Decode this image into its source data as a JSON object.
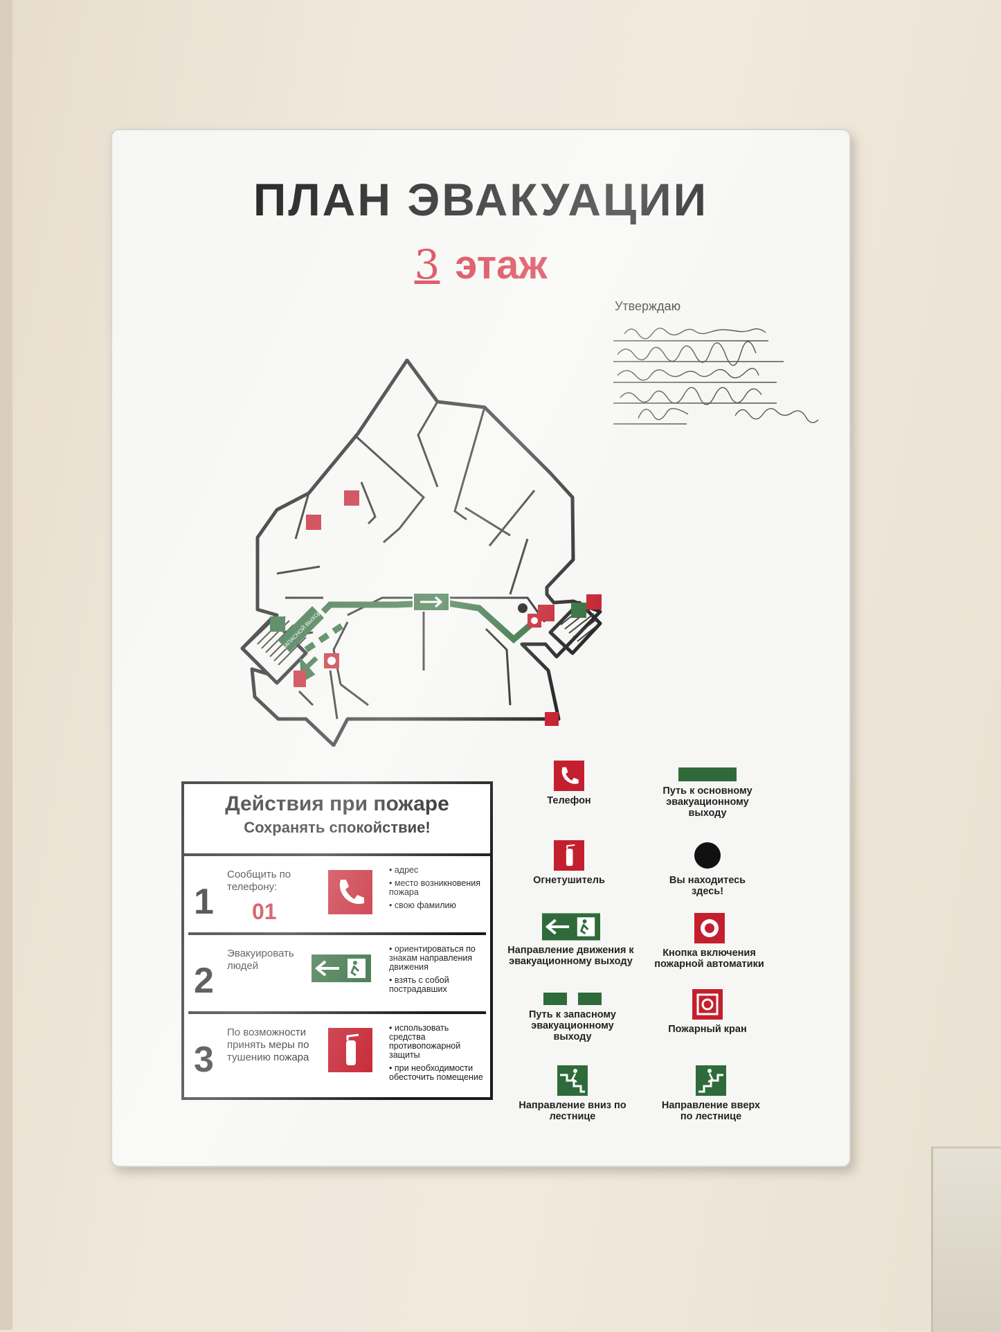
{
  "header": {
    "title": "ПЛАН ЭВАКУАЦИИ",
    "floor_number": "3",
    "floor_label": "этаж",
    "approve_label": "Утверждаю"
  },
  "plan": {
    "reserve_exit_label": "ЗАПАСНОЙ ВЫХОД"
  },
  "actions": {
    "title": "Действия при пожаре",
    "subtitle": "Сохранять спокойствие!",
    "steps": [
      {
        "num": "1",
        "text": "Сообщить по телефону:",
        "phone": "01",
        "notes": [
          "• адрес",
          "• место возникновения пожара",
          "• свою фамилию"
        ]
      },
      {
        "num": "2",
        "text": "Эвакуировать людей",
        "notes": [
          "• ориентироваться по знакам направления движения",
          "• взять с собой пострадавших"
        ]
      },
      {
        "num": "3",
        "text": "По возможности принять меры по тушению пожара",
        "notes": [
          "• использовать средства противопожарной защиты",
          "• при необходимости обесточить помещение"
        ]
      }
    ]
  },
  "legend": {
    "phone": "Телефон",
    "main_path": "Путь к основному эвакуационному выходу",
    "extinguisher": "Огнетушитель",
    "you_are_here": "Вы находитесь здесь!",
    "exit_direction": "Направление движения к эвакуационному выходу",
    "fire_button": "Кнопка включения пожарной автоматики",
    "reserve_path": "Путь к запасному эвакуационному выходу",
    "hydrant": "Пожарный кран",
    "stairs_down": "Направление вниз по лестнице",
    "stairs_up": "Направление вверх по лестнице"
  },
  "colors": {
    "red": "#c41f2e",
    "green": "#2f6b3a",
    "title_red": "#d42a3b"
  }
}
